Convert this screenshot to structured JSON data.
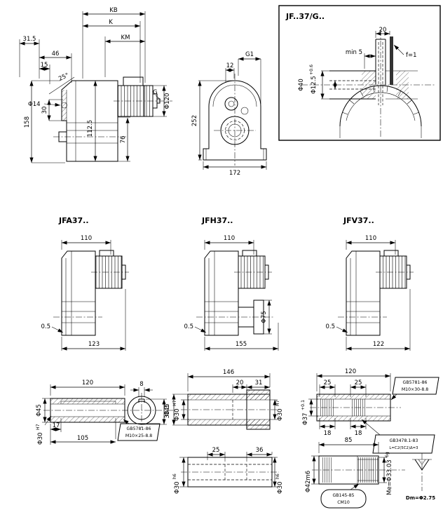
{
  "side_view": {
    "kb": "KB",
    "k": "K",
    "km": "KM",
    "n315": "31.5",
    "n46": "46",
    "n15": "15",
    "angle25": "25°",
    "phi14": "Φ14",
    "n30": "30",
    "n158": "158",
    "n1125": "112.5",
    "n76": "76",
    "g": "G",
    "phi120": "Φ120"
  },
  "front_view": {
    "n12": "12",
    "g1": "G1",
    "n252": "252",
    "n172": "172"
  },
  "detail_box": {
    "title": "JF..37/G..",
    "dim_20": "20",
    "min5": "min 5",
    "f1": "f=1",
    "phi40": "Φ40",
    "phi125": "Φ12.5",
    "phi125_tol": "+0.6"
  },
  "variants": [
    {
      "label": "JFA37..",
      "width_top": "110",
      "width_bottom": "123",
      "gap": "0.5"
    },
    {
      "label": "JFH37..",
      "width_top": "110",
      "width_bottom": "155",
      "gap": "0.5",
      "phi75": "Φ75"
    },
    {
      "label": "JFV37..",
      "width_top": "110",
      "width_bottom": "122",
      "gap": "0.5"
    }
  ],
  "shaft_a": {
    "n120": "120",
    "n8": "8",
    "phi45": "Φ45",
    "phi30": "Φ30",
    "phi30_tol": "H7",
    "n17": "17",
    "n105": "105",
    "n333": "33.3",
    "flag_line1": "GB5781-86",
    "flag_line2": "M10×25-8.8"
  },
  "shaft_h": {
    "n146": "146",
    "n20": "20",
    "n31": "31",
    "phi30": "Φ30",
    "h7": "H7",
    "h6": "h6",
    "phi45": "Φ45",
    "n25": "25",
    "n36": "36"
  },
  "shaft_v": {
    "n120": "120",
    "n25a": "25",
    "n25b": "25",
    "flag_line1": "GB5781-86",
    "flag_line2": "M10×30-8.8",
    "phi37": "Φ37",
    "phi37_tol": "+0.1",
    "n18a": "18",
    "n18b": "18",
    "spline_line1": "GB3478.1-83",
    "spline_line2": "L=C2(5C2)Δ=3",
    "n85": "85",
    "phi42": "Φ42m6",
    "me": "Me=Φ33.03",
    "me_tol": "6g",
    "box_line1": "GB145-85",
    "box_line2": "CM10",
    "dm": "Dm=Φ2.75"
  }
}
